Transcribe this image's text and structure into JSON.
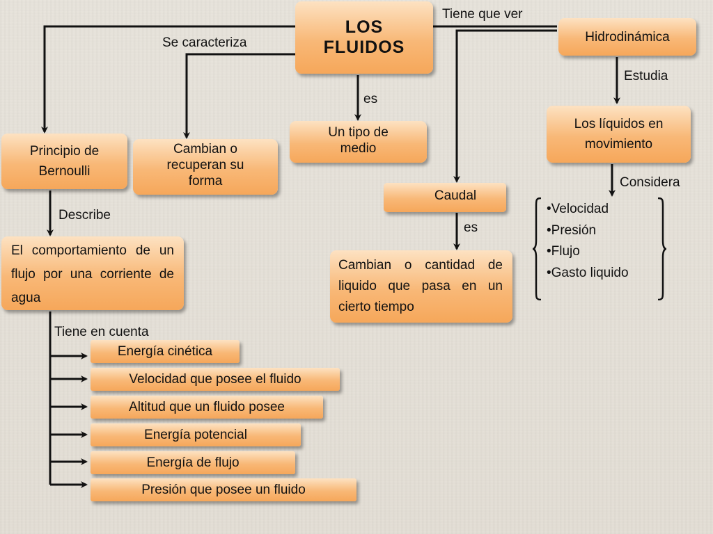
{
  "title": "LOS FLUIDOS",
  "nodes": {
    "hidrodinamica": "Hidrodinámica",
    "liquidos": "Los líquidos en movimiento",
    "tipo_medio": "Un tipo de medio",
    "cambian_forma": "Cambian o recuperan su forma",
    "bernoulli": "Principio de Bernoulli",
    "comportamiento": "El comportamiento de un flujo por una corriente de agua",
    "caudal": "Caudal",
    "cambian_cantidad": "Cambian o cantidad de liquido que pasa en un cierto tiempo"
  },
  "labels": {
    "tiene_que_ver": "Tiene que ver",
    "se_caracteriza": "Se caracteriza",
    "es_tipo": "es",
    "estudia": "Estudia",
    "considera": "Considera",
    "describe": "Describe",
    "es_caudal": "es",
    "tiene_en_cuenta": "Tiene en cuenta"
  },
  "considera_items": [
    "•Velocidad",
    "•Presión",
    "•Flujo",
    "•Gasto liquido"
  ],
  "factors": [
    "Energía cinética",
    "Velocidad que posee el fluido",
    "Altitud que un fluido posee",
    "Energía potencial",
    "Energía de flujo",
    "Presión que posee un fluido"
  ],
  "colors": {
    "box_top": "#fde2c2",
    "box_bottom": "#f6a75a",
    "lines": "#111111",
    "background": "#e6e1d9"
  }
}
